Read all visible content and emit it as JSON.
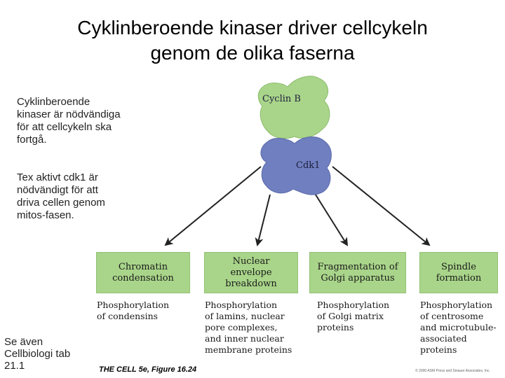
{
  "title": {
    "line1": "Cyklinberoende kinaser driver cellcykeln",
    "line2": "genom de olika faserna"
  },
  "side_text": {
    "paragraph1": "Cyklinberoende kinaser är nödvändiga för att cellcykeln ska fortgå.",
    "paragraph2": "Tex aktivt cdk1 är nödvändigt för att driva cellen genom mitos-fasen.",
    "reference": "Se även Cellbiologi tab 21.1"
  },
  "complex": {
    "cyclin_label": "Cyclin B",
    "cdk_label": "Cdk1",
    "cyclin_color": "#a9d58a",
    "cdk_color": "#6f7fc0"
  },
  "boxes": [
    {
      "label": "Chromatin\ncondensation",
      "description": "Phosphorylation\nof condensins"
    },
    {
      "label": "Nuclear\nenvelope\nbreakdown",
      "description": "Phosphorylation\nof lamins, nuclear\npore complexes,\nand inner nuclear\nmembrane proteins"
    },
    {
      "label": "Fragmentation of\nGolgi apparatus",
      "description": "Phosphorylation\nof Golgi matrix\nproteins"
    },
    {
      "label": "Spindle\nformation",
      "description": "Phosphorylation\nof centrosome\nand microtubule-\nassociated proteins"
    }
  ],
  "credit": "THE CELL 5e, Figure 16.24",
  "copyright": "© 2000 ASM Press and Sinauer Associates, Inc."
}
